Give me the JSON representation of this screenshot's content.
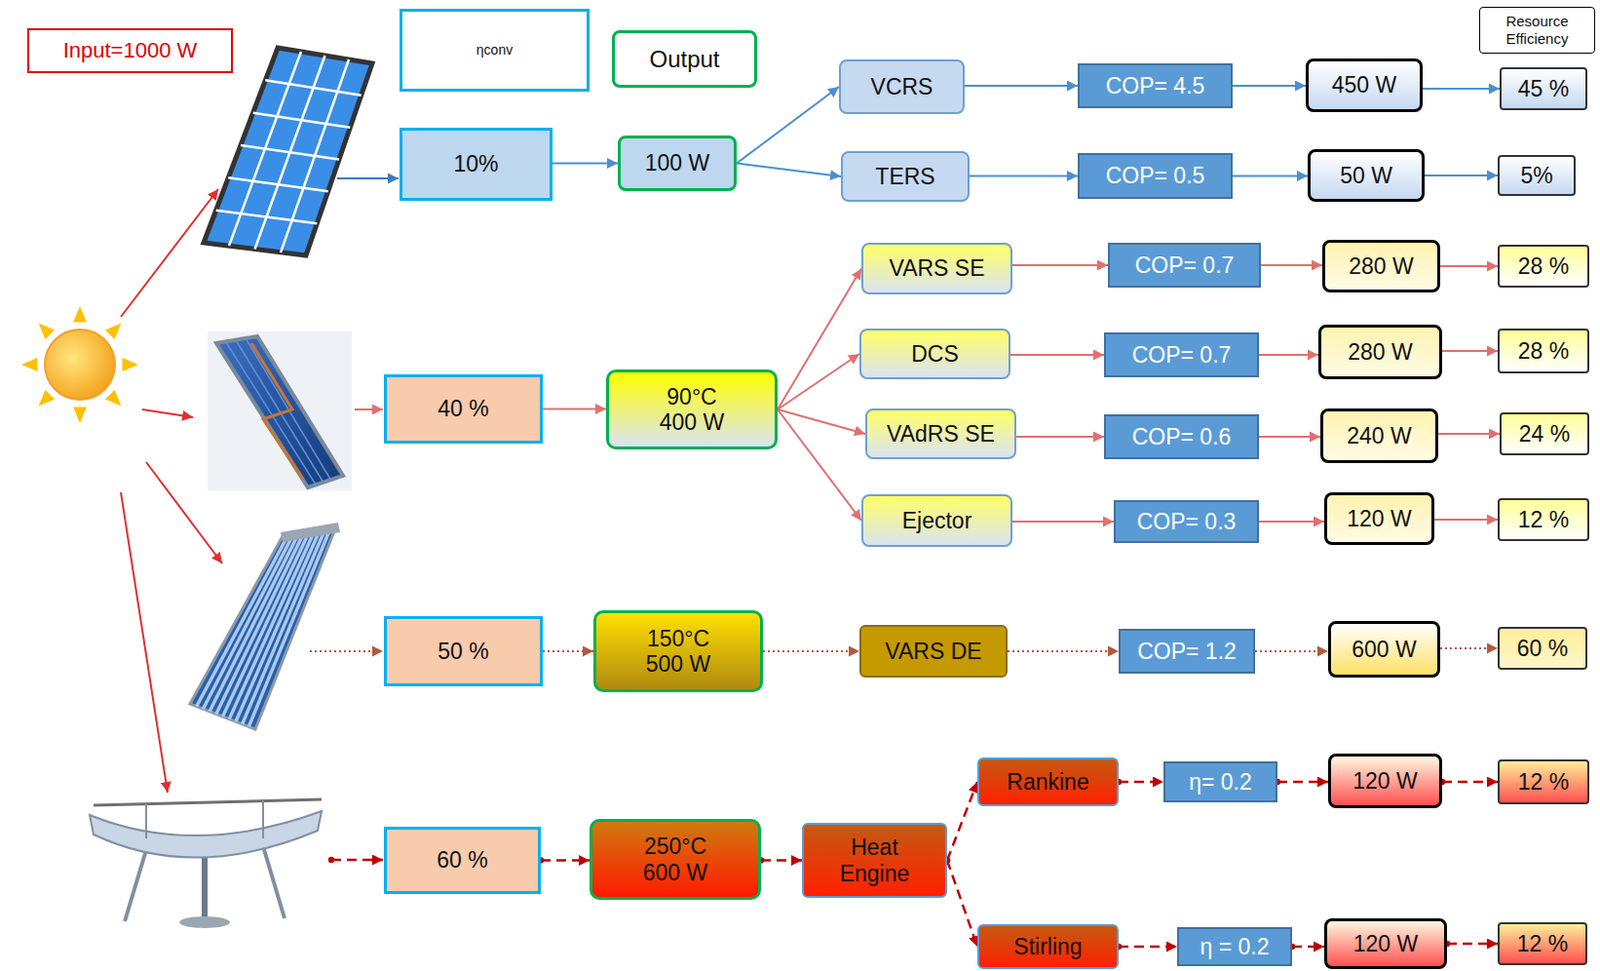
{
  "diagram": {
    "nodes": [
      {
        "text": [
          "Input=1000 W"
        ]
      },
      {
        "text": [
          "ηconv"
        ]
      },
      {
        "text": [
          "Output"
        ]
      },
      {
        "text": [
          "Resource Efficiency"
        ]
      },
      {
        "text": [
          "10%"
        ]
      },
      {
        "text": [
          "100 W"
        ]
      },
      {
        "text": [
          "VCRS"
        ]
      },
      {
        "text": [
          "COP= 4.5"
        ]
      },
      {
        "text": [
          "450 W"
        ]
      },
      {
        "text": [
          "45 %"
        ]
      },
      {
        "text": [
          "TERS"
        ]
      },
      {
        "text": [
          "COP= 0.5"
        ]
      },
      {
        "text": [
          "50 W"
        ]
      },
      {
        "text": [
          "5%"
        ]
      },
      {
        "text": [
          "40 %"
        ]
      },
      {
        "text": [
          "90°C",
          "400 W"
        ]
      },
      {
        "text": [
          "VARS SE"
        ]
      },
      {
        "text": [
          "COP= 0.7"
        ]
      },
      {
        "text": [
          "280 W"
        ]
      },
      {
        "text": [
          "28 %"
        ]
      },
      {
        "text": [
          "DCS"
        ]
      },
      {
        "text": [
          "COP= 0.7"
        ]
      },
      {
        "text": [
          "280 W"
        ]
      },
      {
        "text": [
          "28 %"
        ]
      },
      {
        "text": [
          "VAdRS SE"
        ]
      },
      {
        "text": [
          "COP= 0.6"
        ]
      },
      {
        "text": [
          "240 W"
        ]
      },
      {
        "text": [
          "24 %"
        ]
      },
      {
        "text": [
          "Ejector"
        ]
      },
      {
        "text": [
          "COP= 0.3"
        ]
      },
      {
        "text": [
          "120 W"
        ]
      },
      {
        "text": [
          "12 %"
        ]
      },
      {
        "text": [
          "50 %"
        ]
      },
      {
        "text": [
          "150°C",
          "500 W"
        ]
      },
      {
        "text": [
          "VARS DE"
        ]
      },
      {
        "text": [
          "COP= 1.2"
        ]
      },
      {
        "text": [
          "600 W"
        ]
      },
      {
        "text": [
          "60 %"
        ]
      },
      {
        "text": [
          "60 %"
        ]
      },
      {
        "text": [
          "250°C",
          "600 W"
        ]
      },
      {
        "text": [
          "Heat Engine"
        ]
      },
      {
        "text": [
          "Rankine"
        ]
      },
      {
        "text": [
          "η= 0.2"
        ]
      },
      {
        "text": [
          "120 W"
        ]
      },
      {
        "text": [
          "12 %"
        ]
      },
      {
        "text": [
          "Stirling"
        ]
      },
      {
        "text": [
          "η = 0.2"
        ]
      },
      {
        "text": [
          "120 W"
        ]
      },
      {
        "text": [
          "12 %"
        ]
      }
    ],
    "edges": [
      {
        "from": 4,
        "to": 5,
        "arrow": "to"
      },
      {
        "from": 5,
        "to": 6,
        "arrow": "to"
      },
      {
        "from": 5,
        "to": 10,
        "arrow": "to"
      },
      {
        "from": 6,
        "to": 7,
        "arrow": "to"
      },
      {
        "from": 7,
        "to": 8,
        "arrow": "to"
      },
      {
        "from": 8,
        "to": 9,
        "arrow": "to"
      },
      {
        "from": 10,
        "to": 11,
        "arrow": "to"
      },
      {
        "from": 11,
        "to": 12,
        "arrow": "to"
      },
      {
        "from": 12,
        "to": 13,
        "arrow": "to"
      },
      {
        "from": 14,
        "to": 15,
        "arrow": "to"
      },
      {
        "from": 15,
        "to": 16,
        "arrow": "to"
      },
      {
        "from": 15,
        "to": 20,
        "arrow": "to"
      },
      {
        "from": 15,
        "to": 24,
        "arrow": "to"
      },
      {
        "from": 15,
        "to": 28,
        "arrow": "to"
      },
      {
        "from": 16,
        "to": 17,
        "arrow": "to"
      },
      {
        "from": 17,
        "to": 18,
        "arrow": "to"
      },
      {
        "from": 18,
        "to": 19,
        "arrow": "to"
      },
      {
        "from": 20,
        "to": 21,
        "arrow": "to"
      },
      {
        "from": 21,
        "to": 22,
        "arrow": "to"
      },
      {
        "from": 22,
        "to": 23,
        "arrow": "to"
      },
      {
        "from": 24,
        "to": 25,
        "arrow": "to"
      },
      {
        "from": 25,
        "to": 26,
        "arrow": "to"
      },
      {
        "from": 26,
        "to": 27,
        "arrow": "to"
      },
      {
        "from": 28,
        "to": 29,
        "arrow": "to"
      },
      {
        "from": 29,
        "to": 30,
        "arrow": "to"
      },
      {
        "from": 30,
        "to": 31,
        "arrow": "to"
      },
      {
        "from": 32,
        "to": 33,
        "arrow": "to"
      },
      {
        "from": 33,
        "to": 34,
        "arrow": "to"
      },
      {
        "from": 34,
        "to": 35,
        "arrow": "to"
      },
      {
        "from": 35,
        "to": 36,
        "arrow": "to"
      },
      {
        "from": 36,
        "to": 37,
        "arrow": "to"
      },
      {
        "from": 38,
        "to": 39,
        "arrow": "to"
      },
      {
        "from": 39,
        "to": 40,
        "arrow": "to"
      },
      {
        "from": 40,
        "to": 41,
        "arrow": "to"
      },
      {
        "from": 40,
        "to": 45,
        "arrow": "to"
      },
      {
        "from": 41,
        "to": 42,
        "arrow": "to"
      },
      {
        "from": 42,
        "to": 43,
        "arrow": "to"
      },
      {
        "from": 43,
        "to": 44,
        "arrow": "to"
      },
      {
        "from": 45,
        "to": 46,
        "arrow": "to"
      },
      {
        "from": 46,
        "to": 47,
        "arrow": "to"
      },
      {
        "from": 47,
        "to": 48,
        "arrow": "to"
      }
    ]
  }
}
